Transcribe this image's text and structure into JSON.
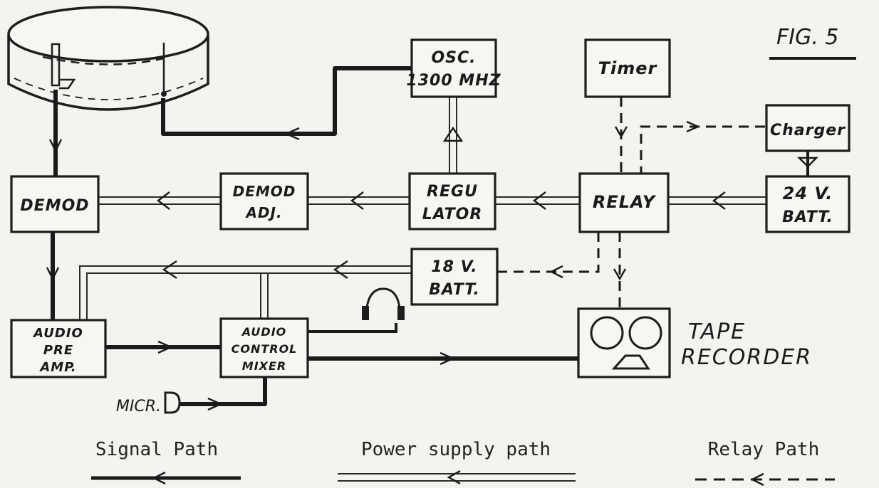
{
  "figure_label": "FIG. 5",
  "blocks": {
    "osc": [
      "OSC.",
      "1300 MHZ"
    ],
    "timer": [
      "Timer"
    ],
    "charger": [
      "Charger"
    ],
    "demod": [
      "DEMOD"
    ],
    "demod_adj": [
      "DEMOD",
      "ADJ."
    ],
    "regulator": [
      "REGU",
      "LATOR"
    ],
    "relay": [
      "RELAY"
    ],
    "batt24": [
      "24 V.",
      "BATT."
    ],
    "batt18": [
      "18 V.",
      "BATT."
    ],
    "audio_preamp": [
      "AUDIO",
      "PRE",
      "AMP."
    ],
    "audio_control": [
      "AUDIO",
      "CONTROL",
      "MIXER"
    ],
    "tape_recorder": [
      "TAPE",
      "RECORDER"
    ]
  },
  "mic_label": "MICR.",
  "legend": {
    "signal": "Signal Path",
    "power": "Power supply path",
    "relay": "Relay Path"
  }
}
